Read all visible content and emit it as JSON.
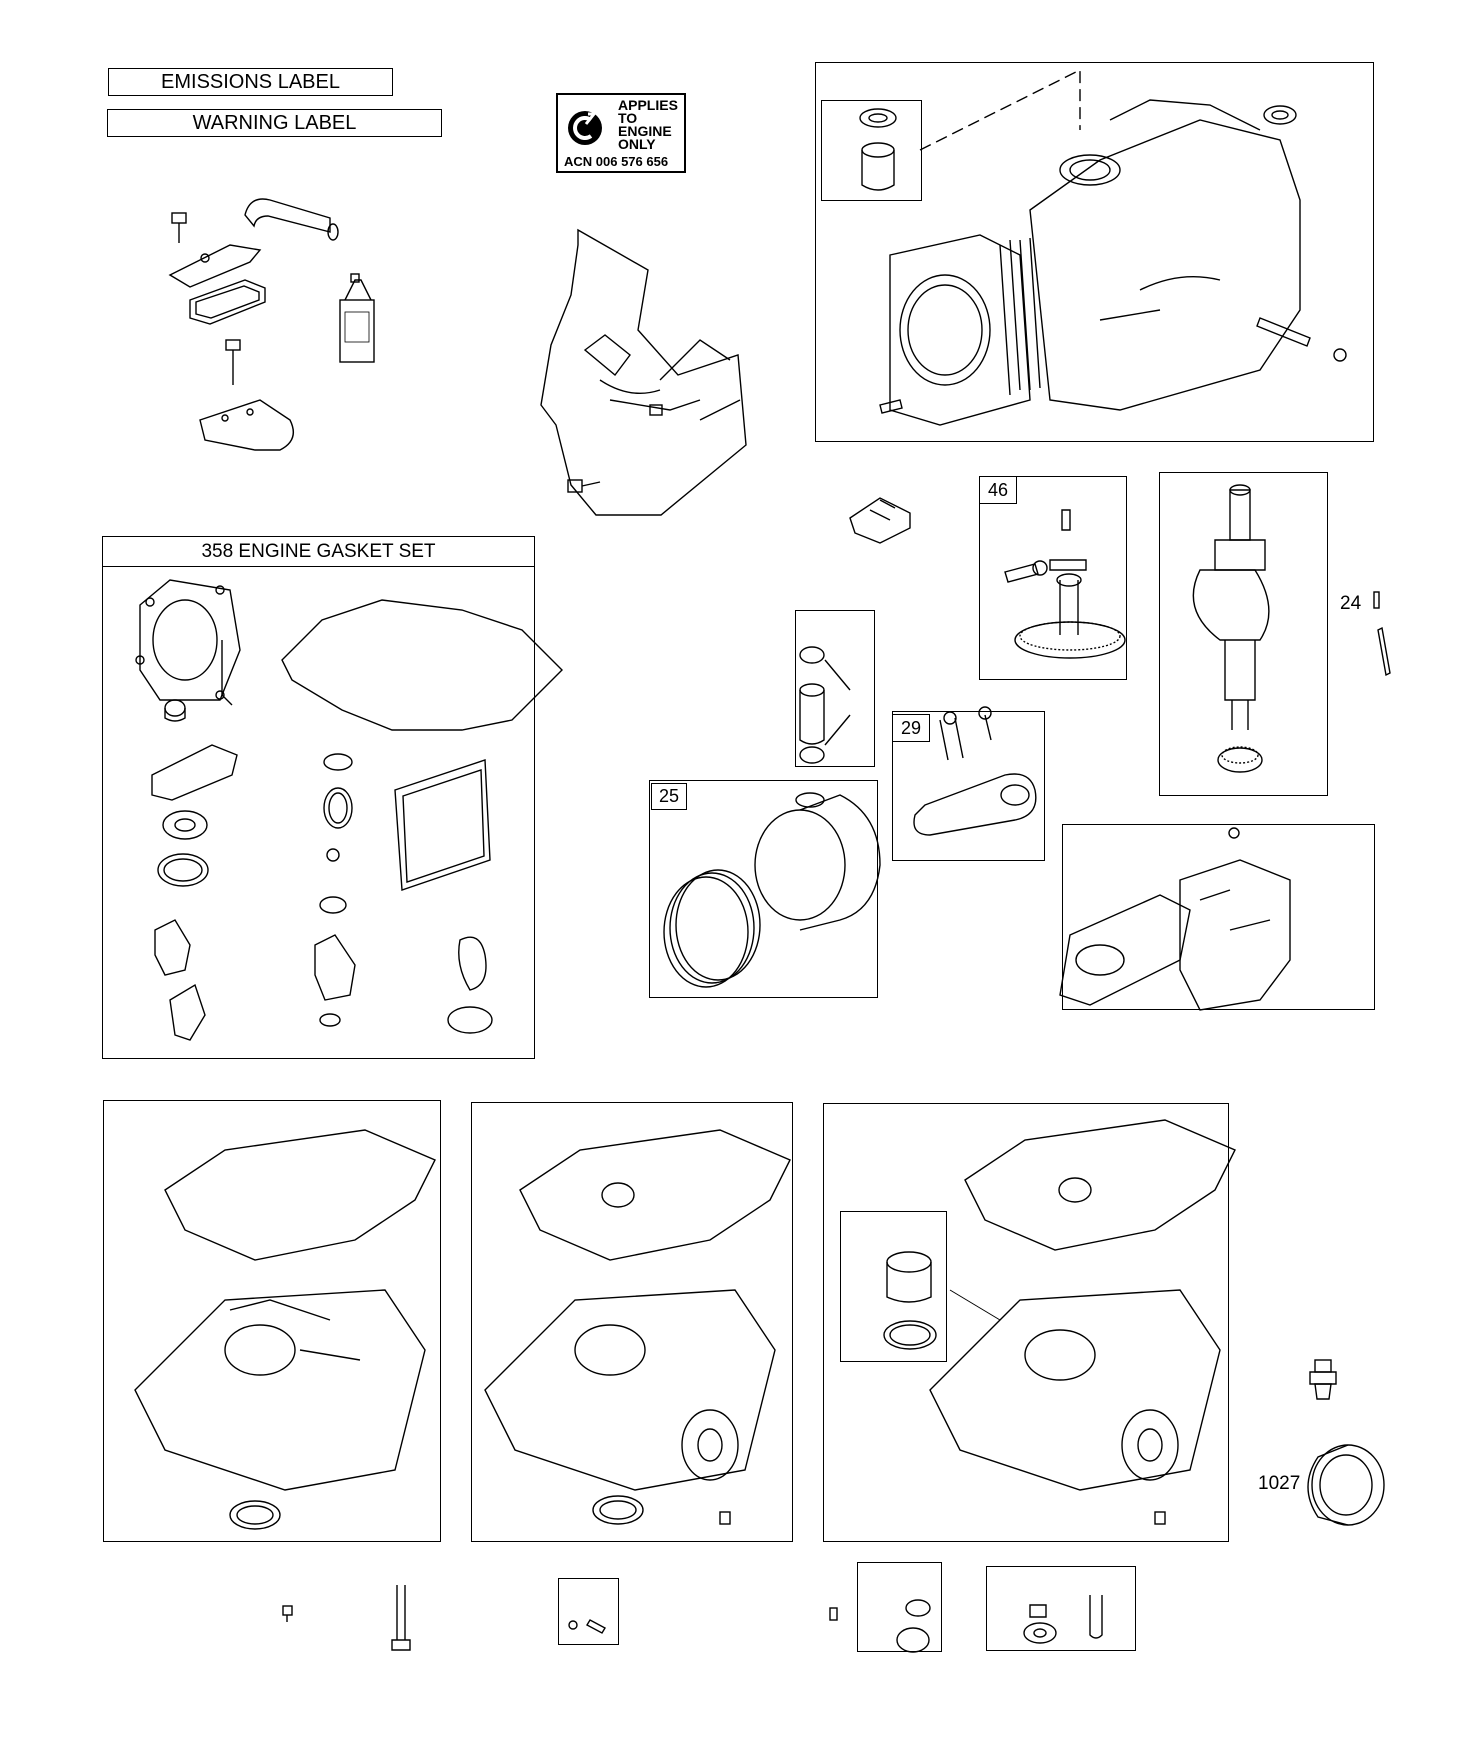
{
  "labels": {
    "emissions": "EMISSIONS LABEL",
    "warning": "WARNING LABEL"
  },
  "acn_tag": {
    "line1": "APPLIES",
    "line2": "TO",
    "line3": "ENGINE",
    "line4": "ONLY",
    "code": "ACN 006 576 656"
  },
  "gasket_set": {
    "title": "358 ENGINE GASKET SET"
  },
  "callouts": {
    "camshaft": "46",
    "crankshaft_key": "24",
    "connecting_rod": "29",
    "piston": "25",
    "oil_filter": "1027"
  }
}
